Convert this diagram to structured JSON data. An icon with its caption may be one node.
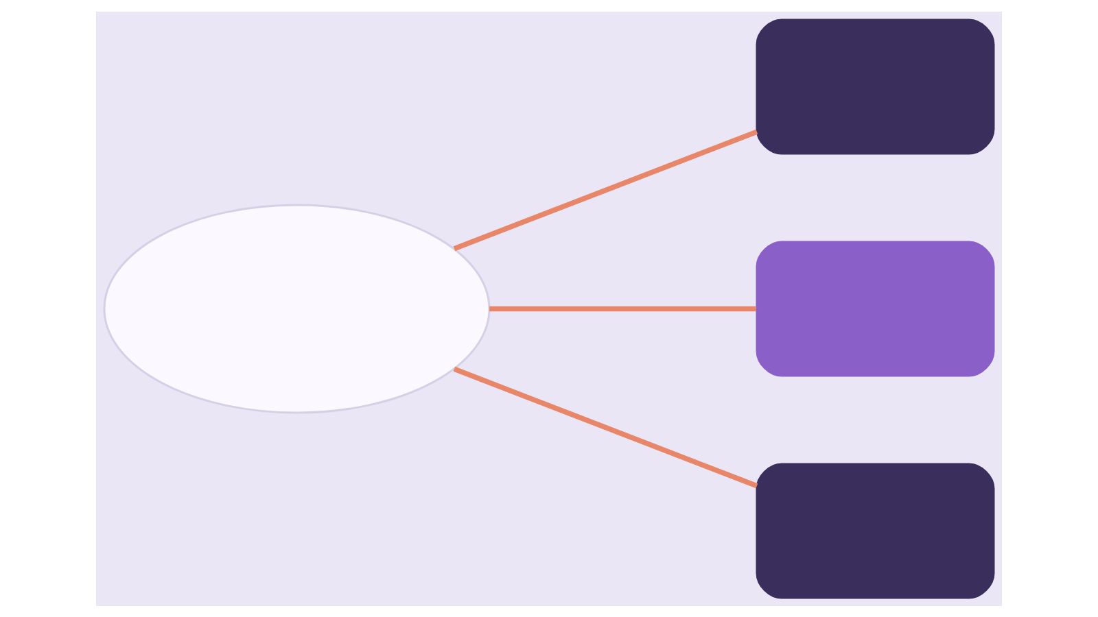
{
  "diagram": {
    "nodes": [
      {
        "text": [],
        "shape": "cloud"
      },
      {
        "text": [],
        "shape": "box"
      },
      {
        "text": [],
        "shape": "box"
      },
      {
        "text": [],
        "shape": "box"
      }
    ],
    "edges": [
      {
        "from": 0,
        "to": 1,
        "arrow": "none"
      },
      {
        "from": 0,
        "to": 2,
        "arrow": "none"
      },
      {
        "from": 0,
        "to": 3,
        "arrow": "none"
      }
    ]
  }
}
